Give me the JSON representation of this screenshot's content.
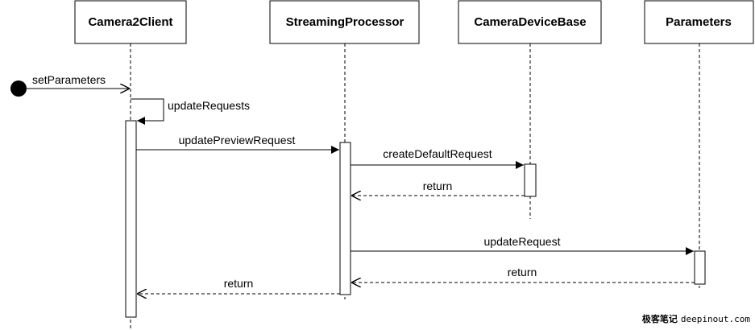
{
  "participants": [
    {
      "id": "camera2client",
      "label": "Camera2Client"
    },
    {
      "id": "streamingprocessor",
      "label": "StreamingProcessor"
    },
    {
      "id": "cameradevicebase",
      "label": "CameraDeviceBase"
    },
    {
      "id": "parameters",
      "label": "Parameters"
    }
  ],
  "messages": {
    "set_parameters": "setParameters",
    "update_requests": "updateRequests",
    "update_preview_request": "updatePreviewRequest",
    "create_default_request": "createDefaultRequest",
    "return_from_device": "return",
    "update_request": "updateRequest",
    "return_from_parameters": "return",
    "return_to_client": "return"
  },
  "watermark": {
    "logo": "极客笔记",
    "site": "deepinout.com"
  }
}
